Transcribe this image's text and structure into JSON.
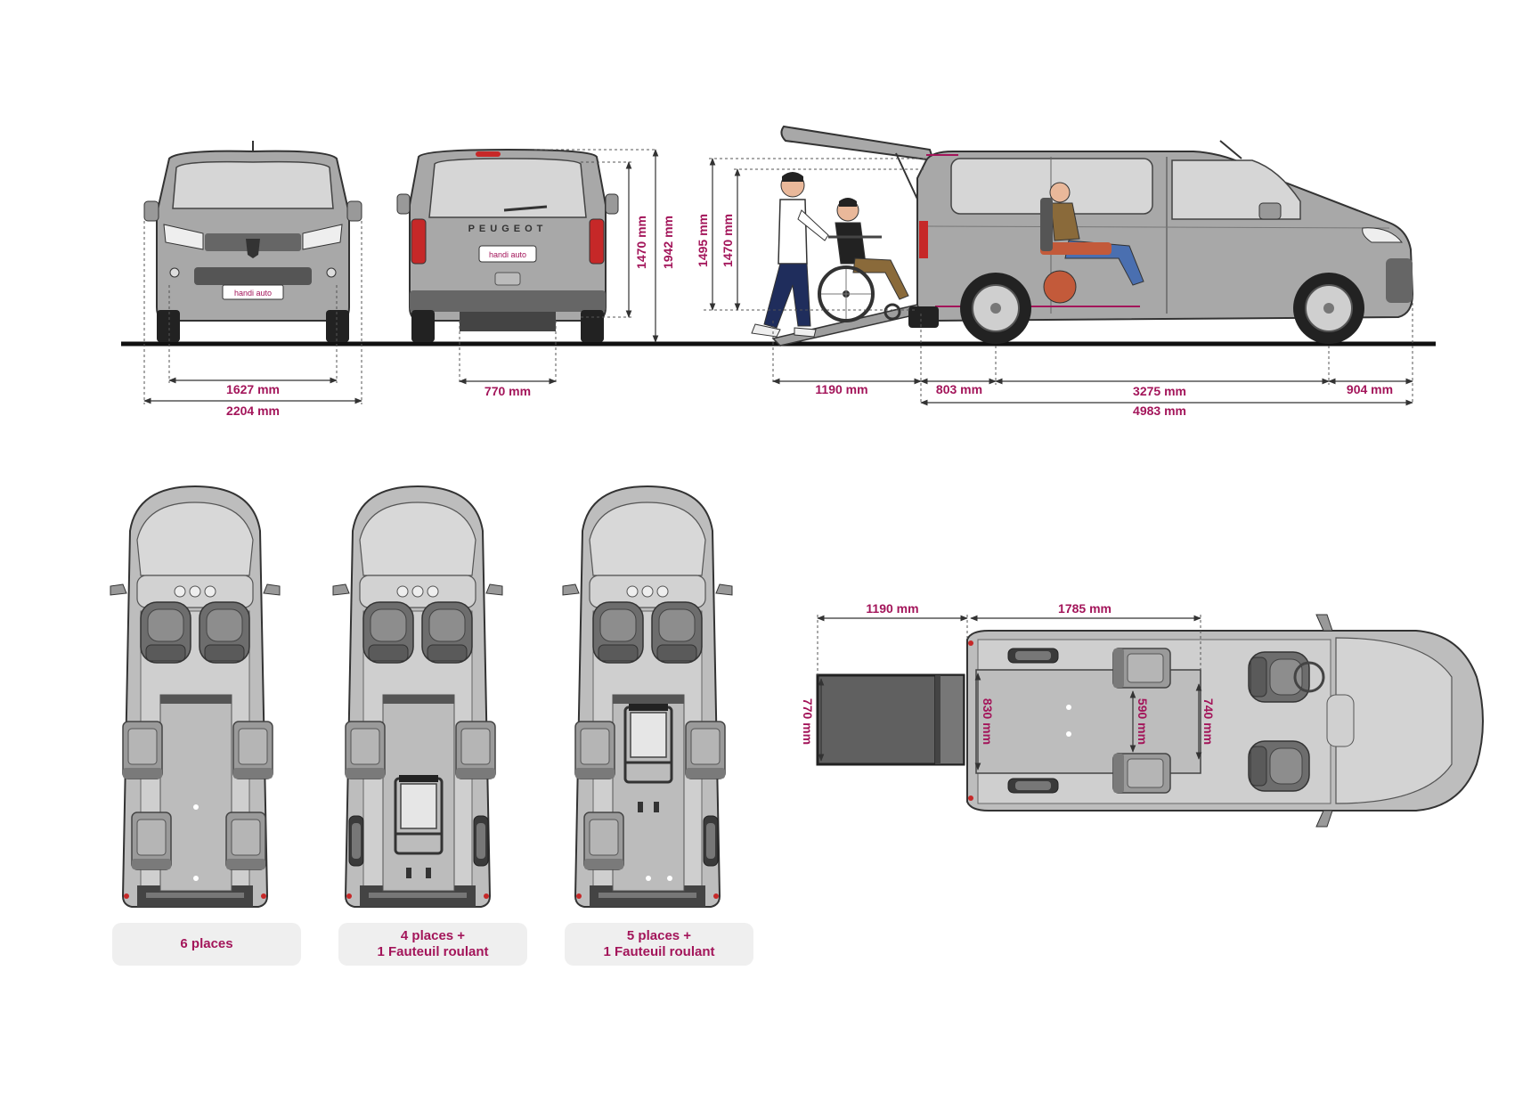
{
  "front_view": {
    "badge": "handi auto",
    "width_inner": "1627 mm",
    "width_total": "2204 mm"
  },
  "rear_view": {
    "brand": "PEUGEOT",
    "badge": "handi auto",
    "ramp_width": "770 mm",
    "height_door": "1470 mm",
    "height_total": "1942 mm"
  },
  "side_view": {
    "door_height": "1495 mm",
    "door_clear": "1470 mm",
    "ramp_length": "1190 mm",
    "rear_overhang": "803 mm",
    "wheelbase": "3275 mm",
    "front_overhang": "904 mm",
    "length_total": "4983 mm"
  },
  "top_view": {
    "ramp_length": "1190 mm",
    "floor_length": "1785 mm",
    "ramp_width": "770 mm",
    "floor_width": "830 mm",
    "aisle_width": "590 mm",
    "front_width": "740 mm"
  },
  "layouts": [
    {
      "line1": "6 places",
      "line2": ""
    },
    {
      "line1": "4 places +",
      "line2": "1 Fauteuil roulant"
    },
    {
      "line1": "5 places +",
      "line2": "1 Fauteuil roulant"
    }
  ],
  "colors": {
    "accent": "#a3155a",
    "body": "#a8a8a8",
    "dark": "#555555",
    "light": "#d4d4d4"
  }
}
